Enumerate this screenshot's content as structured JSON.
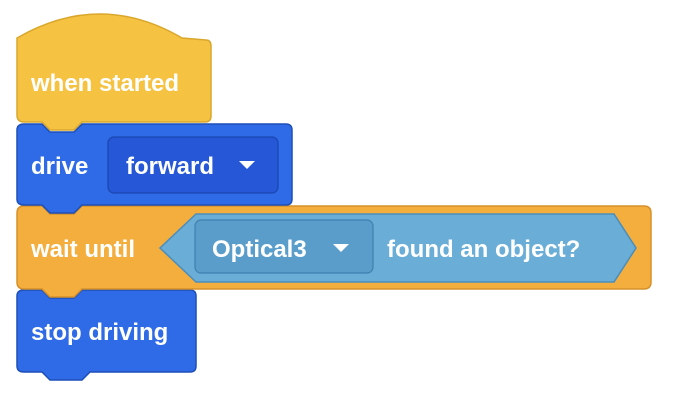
{
  "blocks": {
    "hat": {
      "label": "when started",
      "color": "#F5C242"
    },
    "drive": {
      "label": "drive",
      "direction_value": "forward",
      "color": "#2F6BE6",
      "field_color": "#2557D6"
    },
    "wait": {
      "label": "wait until",
      "sensor_value": "Optical3",
      "condition_text": "found an object?",
      "color": "#F3AE3D",
      "boolean_color": "#6AAED7",
      "sensor_field_color": "#5A9DCB"
    },
    "stop": {
      "label": "stop driving",
      "color": "#2F6BE6"
    }
  },
  "icons": {
    "dropdown": "caret-down-icon"
  }
}
